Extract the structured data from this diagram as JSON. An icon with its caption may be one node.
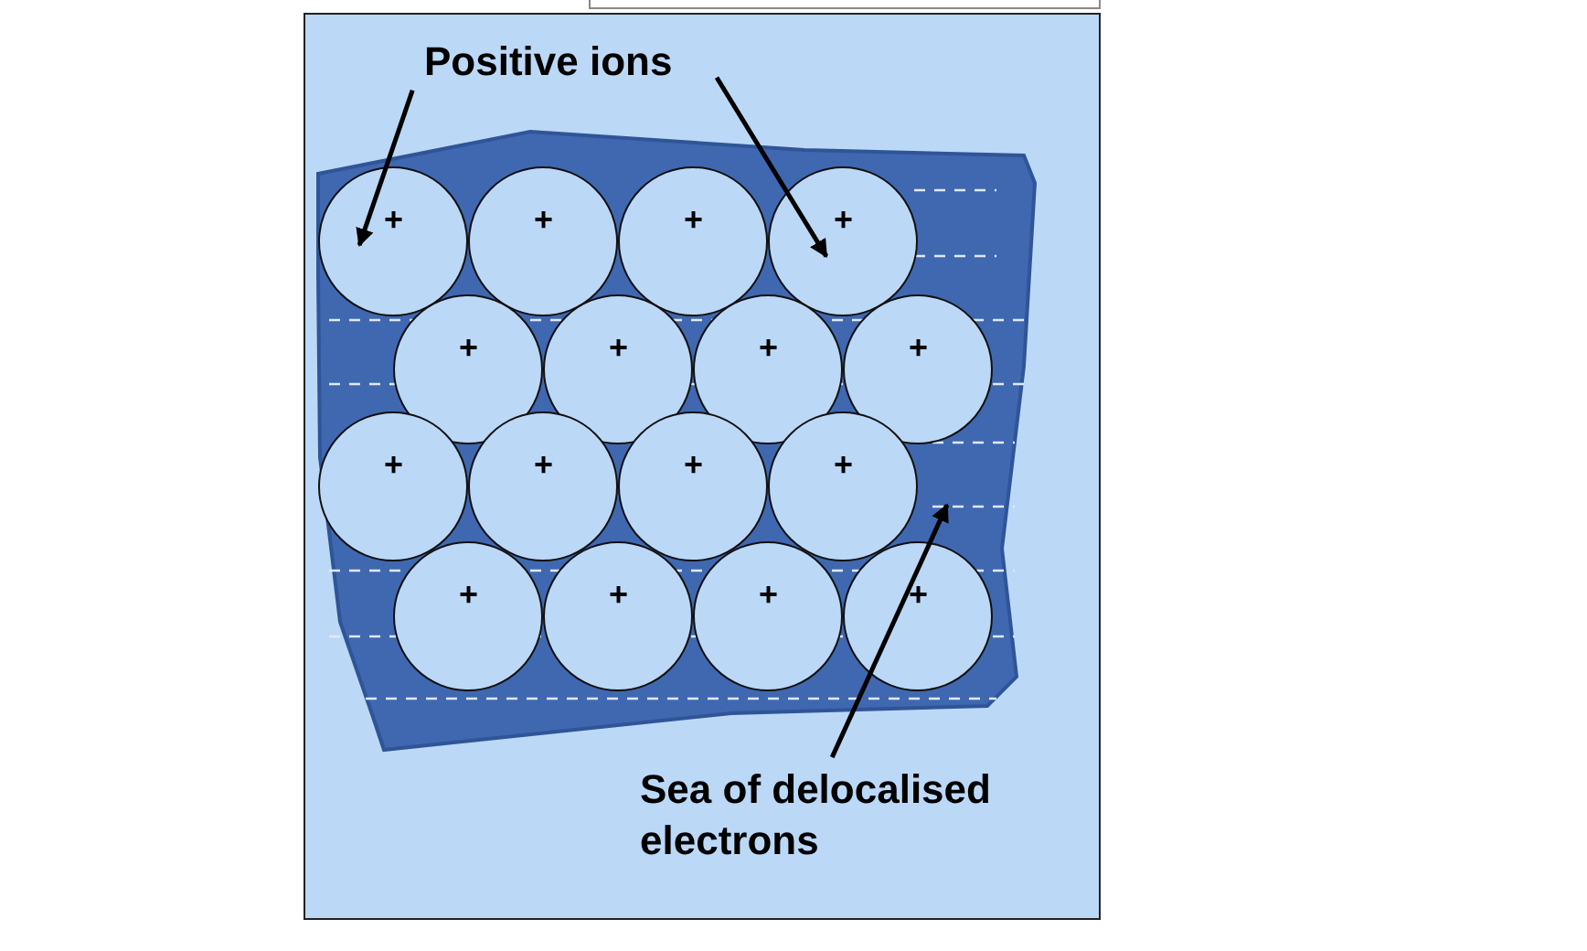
{
  "diagram": {
    "nodes": [
      {
        "text": [
          "Positive ions"
        ]
      },
      {
        "text": [],
        "shape": "box"
      },
      {
        "text": [
          "+"
        ],
        "in": 1
      },
      {
        "text": [
          "+"
        ],
        "in": 1
      },
      {
        "text": [
          "+"
        ],
        "in": 1
      },
      {
        "text": [
          "+"
        ],
        "in": 1
      },
      {
        "text": [
          "+"
        ],
        "in": 1
      },
      {
        "text": [
          "+"
        ],
        "in": 1
      },
      {
        "text": [
          "+"
        ],
        "in": 1
      },
      {
        "text": [
          "+"
        ],
        "in": 1
      },
      {
        "text": [
          "+"
        ],
        "in": 1
      },
      {
        "text": [
          "+"
        ],
        "in": 1
      },
      {
        "text": [
          "+"
        ],
        "in": 1
      },
      {
        "text": [
          "+"
        ],
        "in": 1
      },
      {
        "text": [
          "+"
        ],
        "in": 1
      },
      {
        "text": [
          "+"
        ],
        "in": 1
      },
      {
        "text": [
          "+"
        ],
        "in": 1
      },
      {
        "text": [
          "+"
        ],
        "in": 1
      },
      {
        "text": [
          "Sea of delocalised electrons"
        ]
      }
    ],
    "edges": [
      {
        "from": 0,
        "to": 2,
        "arrow": "to"
      },
      {
        "from": 0,
        "to": 5,
        "arrow": "to"
      },
      {
        "from": 18,
        "to": 1,
        "arrow": "to"
      }
    ]
  }
}
